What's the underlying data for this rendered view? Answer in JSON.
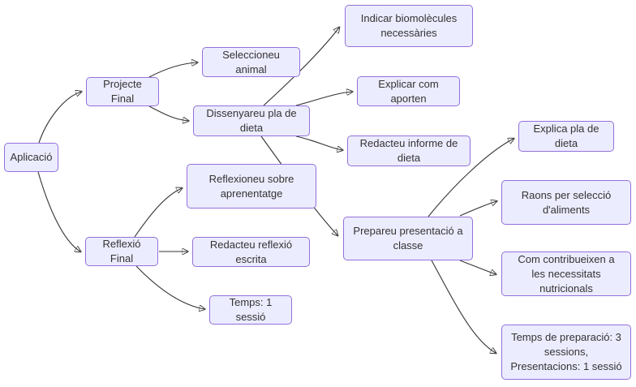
{
  "diagram": {
    "type": "flowchart",
    "direction": "left-to-right",
    "colors": {
      "node_fill": "#ECECFF",
      "node_border": "#9370DB",
      "edge": "#333333",
      "text": "#333333",
      "background": "#FFFFFF"
    },
    "nodes": [
      {
        "id": "aplicacio",
        "label": "Aplicació"
      },
      {
        "id": "projecte-final",
        "label": "Projecte Final"
      },
      {
        "id": "reflexio-final",
        "label": "Reflexió Final"
      },
      {
        "id": "seleccioneu-animal",
        "label": "Seleccioneu animal"
      },
      {
        "id": "dissenyareu-pla",
        "label": "Dissenyareu pla de dieta"
      },
      {
        "id": "reflexioneu-sobre",
        "label": "Reflexioneu sobre aprenentatge"
      },
      {
        "id": "redacteu-reflexio",
        "label": "Redacteu reflexió escrita"
      },
      {
        "id": "temps-1-sessio",
        "label": "Temps: 1 sessió"
      },
      {
        "id": "indicar-biomolecules",
        "label": "Indicar biomolècules necessàries"
      },
      {
        "id": "explicar-com-aporten",
        "label": "Explicar com aporten"
      },
      {
        "id": "redacteu-informe",
        "label": "Redacteu informe de dieta"
      },
      {
        "id": "prepareu-presentacio",
        "label": "Prepareu presentació a classe"
      },
      {
        "id": "explica-pla",
        "label": "Explica pla de dieta"
      },
      {
        "id": "raons-seleccio",
        "label": "Raons per selecció d'aliments"
      },
      {
        "id": "com-contribueixen",
        "label": "Com contribueixen a les necessitats nutricionals"
      },
      {
        "id": "temps-preparacio",
        "label": "Temps de preparació: 3 sessions, Presentacions: 1 sessió"
      }
    ],
    "edges": [
      {
        "from": "aplicacio",
        "to": "projecte-final"
      },
      {
        "from": "aplicacio",
        "to": "reflexio-final"
      },
      {
        "from": "projecte-final",
        "to": "seleccioneu-animal"
      },
      {
        "from": "projecte-final",
        "to": "dissenyareu-pla"
      },
      {
        "from": "dissenyareu-pla",
        "to": "indicar-biomolecules"
      },
      {
        "from": "dissenyareu-pla",
        "to": "explicar-com-aporten"
      },
      {
        "from": "dissenyareu-pla",
        "to": "redacteu-informe"
      },
      {
        "from": "dissenyareu-pla",
        "to": "prepareu-presentacio"
      },
      {
        "from": "reflexio-final",
        "to": "reflexioneu-sobre"
      },
      {
        "from": "reflexio-final",
        "to": "redacteu-reflexio"
      },
      {
        "from": "reflexio-final",
        "to": "temps-1-sessio"
      },
      {
        "from": "prepareu-presentacio",
        "to": "explica-pla"
      },
      {
        "from": "prepareu-presentacio",
        "to": "raons-seleccio"
      },
      {
        "from": "prepareu-presentacio",
        "to": "com-contribueixen"
      },
      {
        "from": "prepareu-presentacio",
        "to": "temps-preparacio"
      }
    ]
  }
}
